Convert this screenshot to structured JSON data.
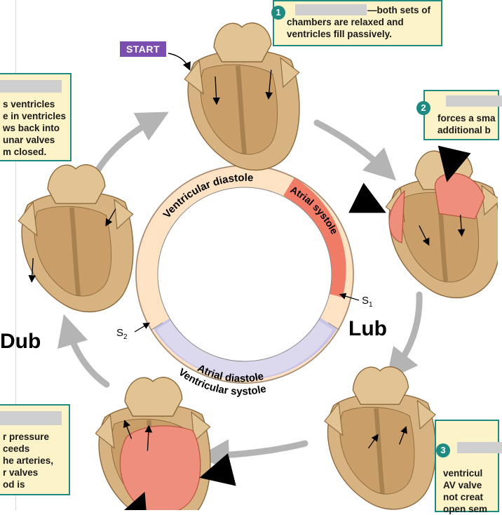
{
  "start_label": "START",
  "lub_label": "Lub",
  "dub_label": "Dub",
  "s1": {
    "base": "S",
    "sub": "1"
  },
  "s2": {
    "base": "S",
    "sub": "2"
  },
  "ring": {
    "ventricular_diastole": "Ventricular diastole",
    "atrial_systole": "Atrial systole",
    "atrial_diastole": "Atrial diastole",
    "ventricular_systole": "Ventricular systole"
  },
  "callouts": {
    "step1": {
      "number": "1",
      "line1": "—both sets of",
      "line2": "chambers are relaxed and",
      "line3": "ventricles fill passively."
    },
    "step2": {
      "number": "2",
      "line1": "forces a sma",
      "line2": "additional b"
    },
    "step3": {
      "number": "3",
      "line1": "ventricul",
      "line2": "AV valve",
      "line3": "not creat",
      "line4": "open sem"
    },
    "left_top": {
      "line1": "s ventricles",
      "line2": "e in ventricles",
      "line3": "ws back into",
      "line4": "unar valves",
      "line5": "m closed."
    },
    "left_bottom": {
      "line1": "r pressure",
      "line2": "ceeds",
      "line3": "he arteries,",
      "line4": "r valves",
      "line5": "od is"
    }
  },
  "colors": {
    "ventricular_diastole": "#fde3c4",
    "atrial_systole": "#f07c68",
    "systole_band": "#dcd8ee",
    "callout_bg": "#fdf3c9",
    "callout_border": "#1f8a80",
    "start_bg": "#7b4fb0",
    "heart_tan": "#d7b382",
    "heart_red": "#ee8e7c"
  }
}
